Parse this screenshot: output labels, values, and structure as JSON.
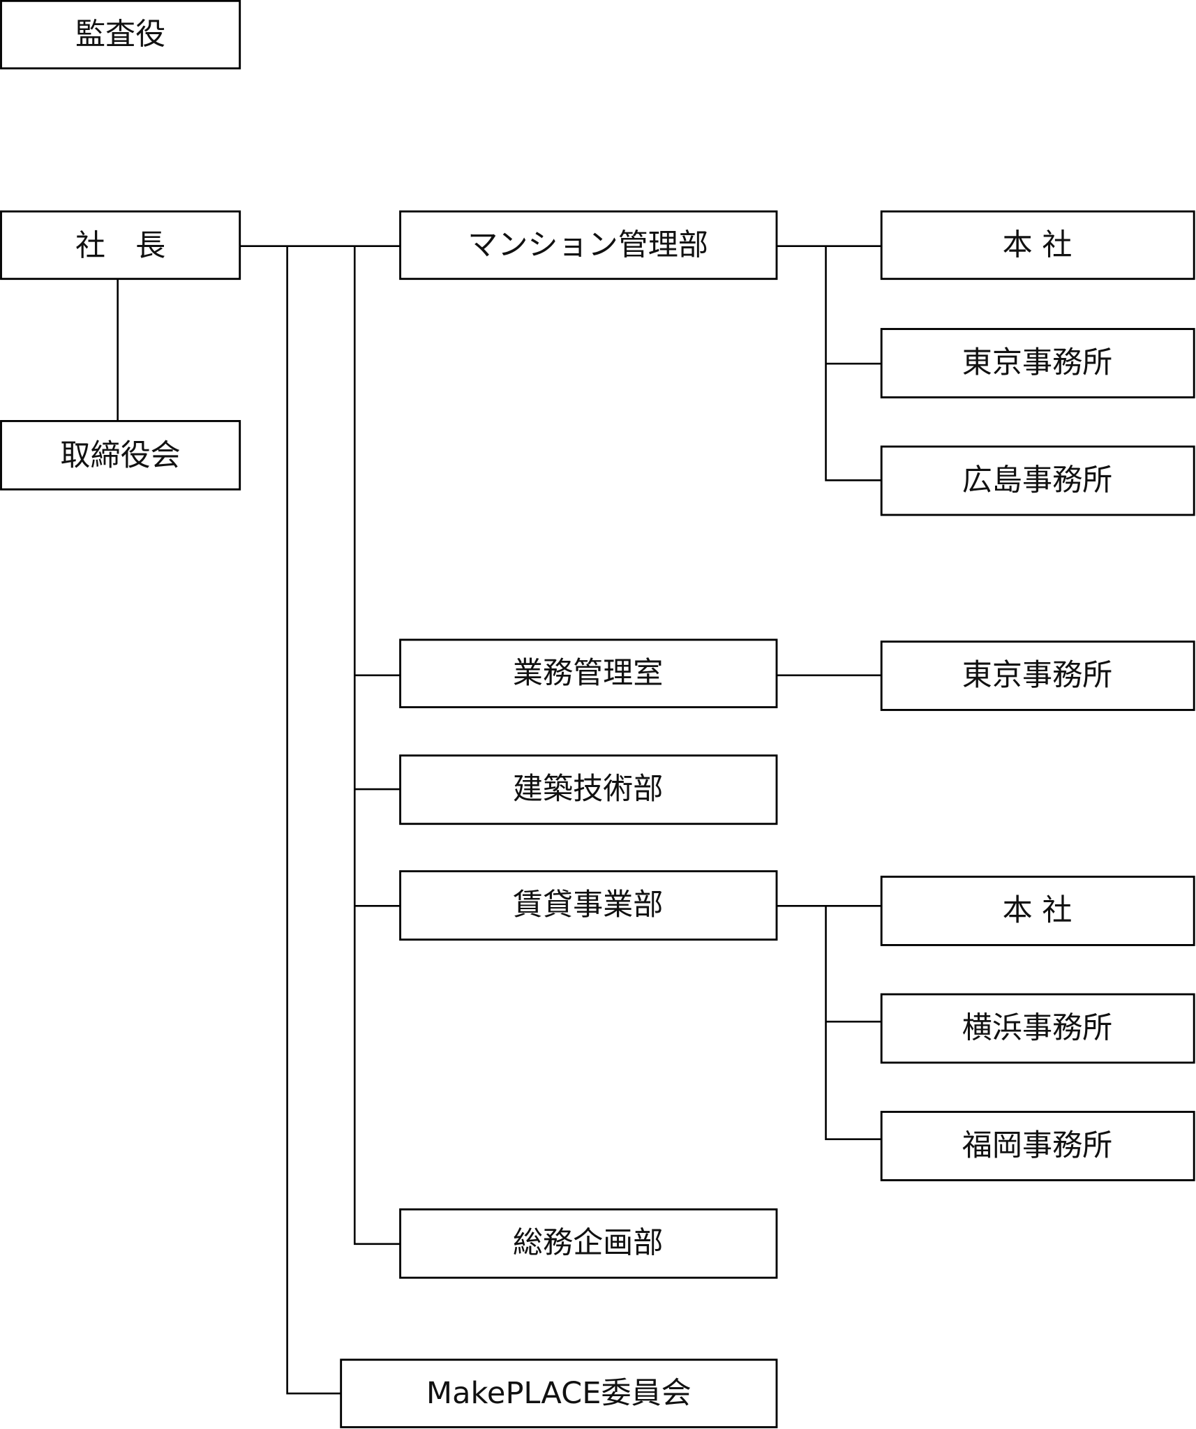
{
  "auditor": "監査役",
  "president": "社　長",
  "board": "取締役会",
  "departments": {
    "mansion": {
      "name": "マンション管理部",
      "offices": [
        "本 社",
        "東京事務所",
        "広島事務所"
      ]
    },
    "operations": {
      "name": "業務管理室",
      "offices": [
        "東京事務所"
      ]
    },
    "architecture": {
      "name": "建築技術部"
    },
    "rental": {
      "name": "賃貸事業部",
      "offices": [
        "本 社",
        "横浜事務所",
        "福岡事務所"
      ]
    },
    "general": {
      "name": "総務企画部"
    }
  },
  "committee": "MakePLACE委員会"
}
